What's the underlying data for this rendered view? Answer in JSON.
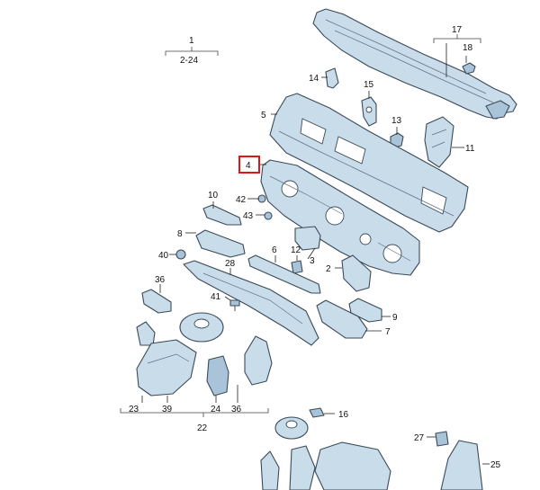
{
  "labels": {
    "l1": "1",
    "l2_24": "2-24",
    "l2": "2",
    "l3": "3",
    "l4": "4",
    "l5": "5",
    "l6": "6",
    "l7": "7",
    "l8": "8",
    "l9": "9",
    "l10": "10",
    "l11": "11",
    "l12": "12",
    "l13": "13",
    "l14": "14",
    "l15": "15",
    "l16": "16",
    "l17": "17",
    "l18": "18",
    "l22": "22",
    "l23": "23",
    "l24": "24",
    "l25": "25",
    "l27": "27",
    "l28": "28",
    "l36a": "36",
    "l36b": "36",
    "l39": "39",
    "l40": "40",
    "l41": "41",
    "l42": "42",
    "l43": "43"
  },
  "highlight": {
    "label": "4",
    "color": "#e0141b"
  },
  "colors": {
    "part_fill": "#c9dcea",
    "outline": "#3a4a58"
  }
}
